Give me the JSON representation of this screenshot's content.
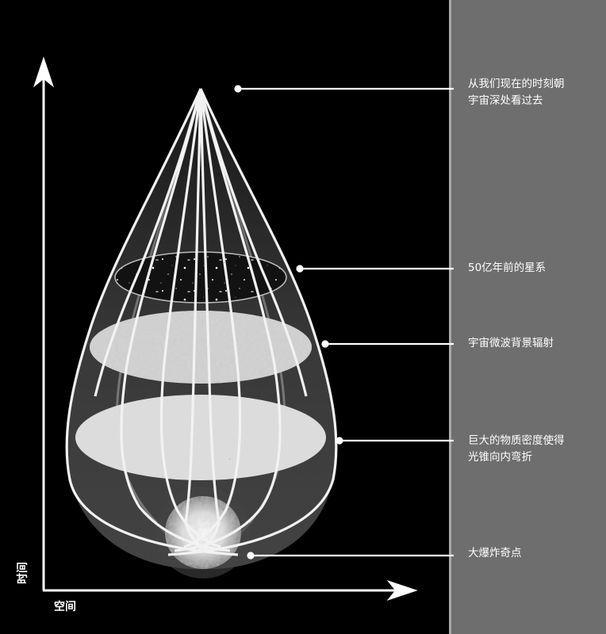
{
  "labels": [
    {
      "id": "present",
      "text": "从我们现在的时刻朝\n宇宙深处看过去"
    },
    {
      "id": "galaxies",
      "text": "50亿年前的星系"
    },
    {
      "id": "cmb",
      "text": "宇宙微波背景辐射"
    },
    {
      "id": "density",
      "text": "巨大的物质密度使得\n光锥向内弯折"
    },
    {
      "id": "bigbang",
      "text": "大爆炸奇点"
    }
  ],
  "axes": {
    "time": "时间",
    "space": "空间"
  },
  "colors": {
    "background": "#000000",
    "panel": "#6e6e6e",
    "panel_border": "#a9a9a9",
    "line": "#ffffff"
  }
}
